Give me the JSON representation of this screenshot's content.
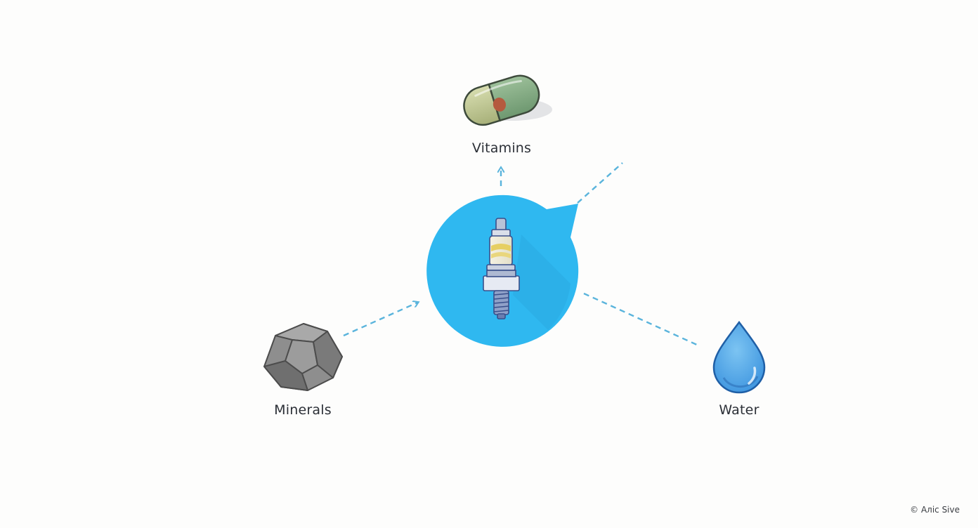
{
  "diagram": {
    "center": {
      "icon": "spark-plug-icon",
      "color": "#2fb8f0"
    },
    "nodes": [
      {
        "id": "vitamins",
        "label": "Vitamins",
        "icon": "capsule-icon"
      },
      {
        "id": "minerals",
        "label": "Minerals",
        "icon": "rock-icon"
      },
      {
        "id": "water",
        "label": "Water",
        "icon": "water-drop-icon"
      }
    ],
    "connector_color": "#5ab4dc",
    "copyright": "© Aлic Sive"
  }
}
